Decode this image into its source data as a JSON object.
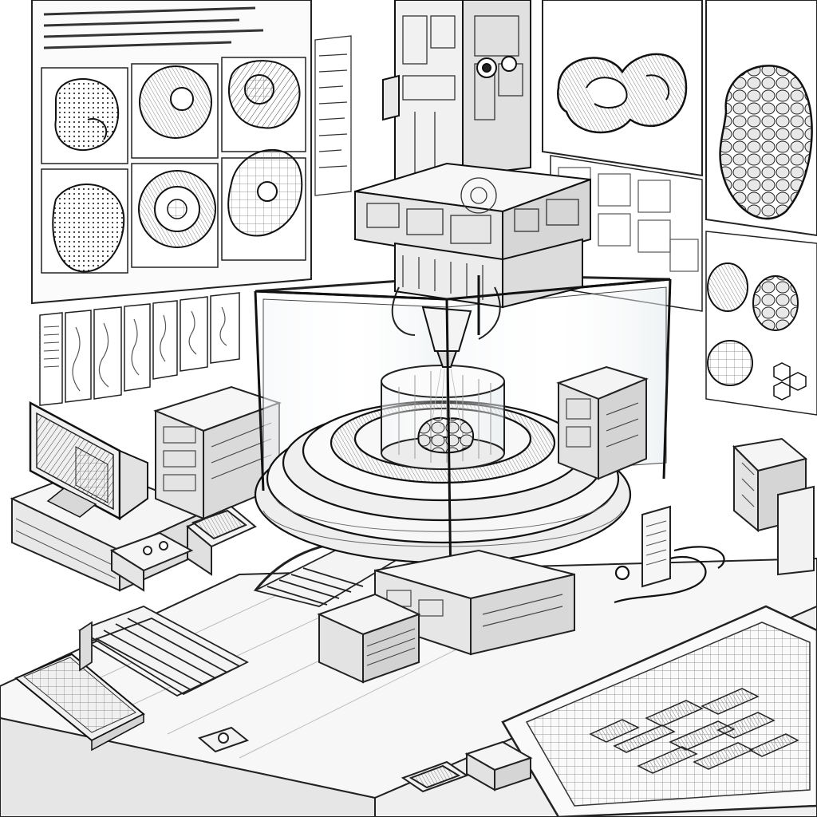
{
  "scene": {
    "description_visible_text": "",
    "palette": {
      "ink": "#1a1a1a",
      "mid_ink": "#555555",
      "light_ink": "#8a8a8a",
      "paper": "#ffffff",
      "panel_fill": "#f4f4f4",
      "shade": "#dcdcdc",
      "glass": "#eef3f6"
    },
    "elements": {
      "wall_posters": "biological-specimen-poster",
      "central_machine": "bioprinter-machine",
      "glass_chamber": "glass-enclosure",
      "printed_organ": "printed-tissue",
      "left_monitor": "computer-monitor",
      "keyboard": "keyboard",
      "stairs": "platform-stairs",
      "floor_display": "floor-schematic-panel"
    }
  }
}
